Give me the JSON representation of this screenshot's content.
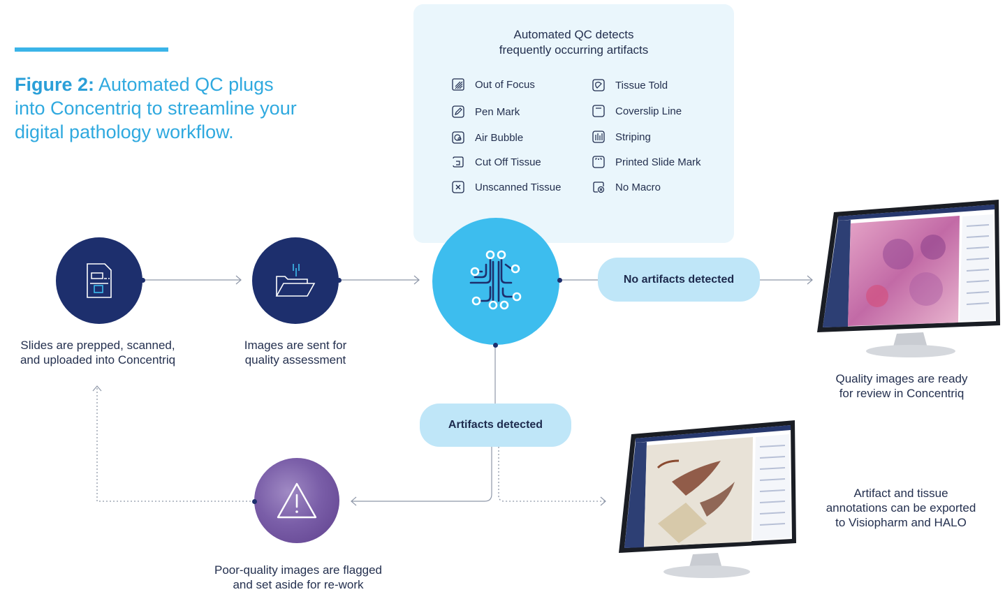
{
  "figure": {
    "label": "Figure 2:",
    "title_text": " Automated QC plugs into Concentriq to streamline your digital pathology workflow."
  },
  "panel": {
    "heading_line1": "Automated QC detects",
    "heading_line2": "frequently occurring artifacts",
    "artifacts_left": [
      {
        "label": "Out of Focus",
        "icon": "out-of-focus-icon"
      },
      {
        "label": "Pen Mark",
        "icon": "pen-mark-icon"
      },
      {
        "label": "Air Bubble",
        "icon": "air-bubble-icon"
      },
      {
        "label": "Cut Off Tissue",
        "icon": "cut-off-tissue-icon"
      },
      {
        "label": "Unscanned Tissue",
        "icon": "unscanned-tissue-icon"
      }
    ],
    "artifacts_right": [
      {
        "label": "Tissue Told",
        "icon": "tissue-fold-icon"
      },
      {
        "label": "Coverslip Line",
        "icon": "coverslip-line-icon"
      },
      {
        "label": "Striping",
        "icon": "striping-icon"
      },
      {
        "label": "Printed Slide Mark",
        "icon": "printed-slide-mark-icon"
      },
      {
        "label": "No Macro",
        "icon": "no-macro-icon"
      }
    ]
  },
  "steps": {
    "slides_line1": "Slides are prepped, scanned,",
    "slides_line2": "and uploaded into Concentriq",
    "images_line1": "Images are sent for",
    "images_line2": "quality assessment",
    "no_artifacts": "No artifacts detected",
    "artifacts": "Artifacts detected",
    "quality_line1": "Quality images are ready",
    "quality_line2": "for review in Concentriq",
    "export_line1": "Artifact and tissue",
    "export_line2": "annotations can be exported",
    "export_line3": "to Visiopharm and HALO",
    "poor_line1": "Poor-quality images are flagged",
    "poor_line2": "and set aside for re-work"
  },
  "colors": {
    "accent_light": "#3dbdee",
    "navy": "#1d2f6d",
    "pill": "#bfe6f8",
    "panel_bg": "#eaf6fc"
  }
}
